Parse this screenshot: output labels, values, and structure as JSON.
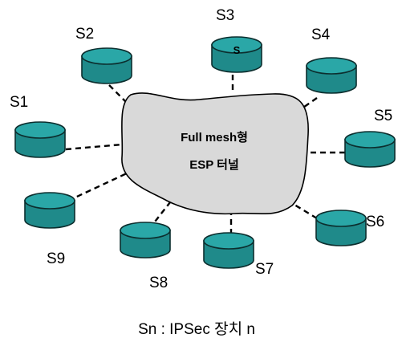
{
  "tunnel": {
    "line1": "Full mesh형",
    "line2": "ESP 터널"
  },
  "nodes": [
    {
      "label": "S1"
    },
    {
      "label": "S2"
    },
    {
      "label": "S3",
      "inner": "S"
    },
    {
      "label": "S4"
    },
    {
      "label": "S5"
    },
    {
      "label": "S6"
    },
    {
      "label": "S7"
    },
    {
      "label": "S8"
    },
    {
      "label": "S9"
    }
  ],
  "legend": "Sn : IPSec 장치 n",
  "colors": {
    "device_side": "#1f8a8a",
    "device_top": "#2aa7a7",
    "cloud_fill": "#d9d9d9"
  }
}
